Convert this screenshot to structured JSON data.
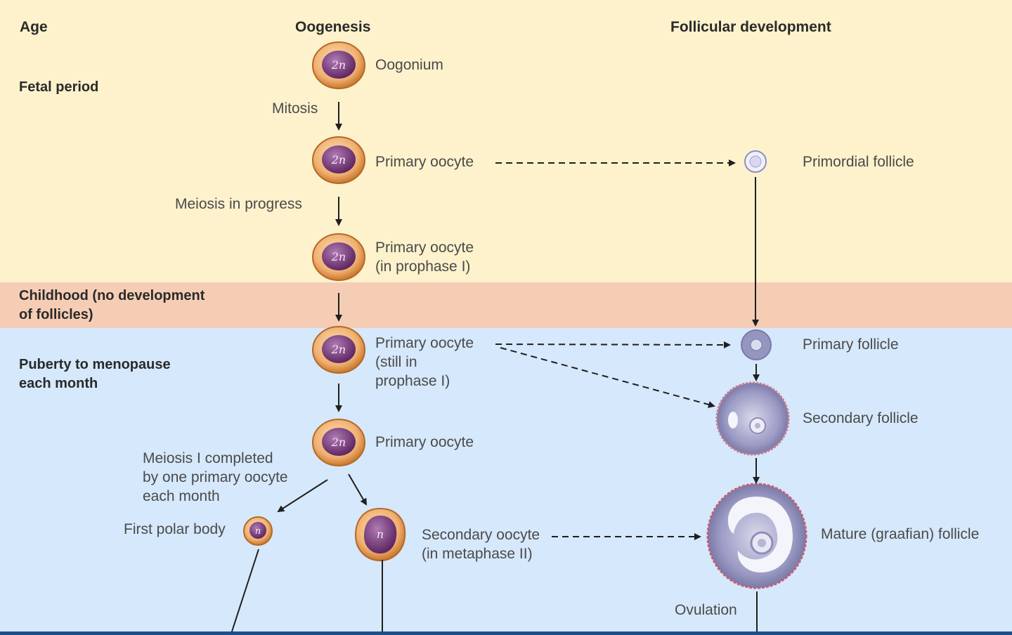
{
  "headers": {
    "age": "Age",
    "oogenesis": "Oogenesis",
    "follicular": "Follicular development"
  },
  "ages": {
    "fetal": "Fetal period",
    "childhood_1": "Childhood (no development",
    "childhood_2": "of follicles)",
    "puberty_1": "Puberty to menopause",
    "puberty_2": "each month"
  },
  "processes": {
    "mitosis": "Mitosis",
    "meiosis_progress": "Meiosis in progress",
    "meiosis1_1": "Meiosis I completed",
    "meiosis1_2": "by one primary oocyte",
    "meiosis1_3": "each month",
    "ovulation": "Ovulation"
  },
  "cells": {
    "oogonium": {
      "ploidy": "2n",
      "label": "Oogonium"
    },
    "primary_1": {
      "ploidy": "2n",
      "label": "Primary oocyte"
    },
    "primary_2": {
      "ploidy": "2n",
      "label_1": "Primary oocyte",
      "label_2": "(in prophase I)"
    },
    "primary_3": {
      "ploidy": "2n",
      "label_1": "Primary oocyte",
      "label_2": "(still in",
      "label_3": "prophase I)"
    },
    "primary_4": {
      "ploidy": "2n",
      "label": "Primary oocyte"
    },
    "polar_body": {
      "ploidy": "n",
      "label": "First polar body"
    },
    "secondary": {
      "ploidy": "n",
      "label_1": "Secondary oocyte",
      "label_2": "(in metaphase II)"
    }
  },
  "follicles": {
    "primordial": "Primordial follicle",
    "primary": "Primary follicle",
    "secondary": "Secondary follicle",
    "mature": "Mature (graafian) follicle"
  },
  "colors": {
    "fetal_band": "#fdf2cc",
    "childhood_band": "#f5cdb5",
    "puberty_band": "#d6e8fb",
    "cell_outer": "#e9a04f",
    "cell_nucleus": "#7d3c7f",
    "follicle": "#8e8ebd",
    "follicle_edge": "#c0607a"
  }
}
